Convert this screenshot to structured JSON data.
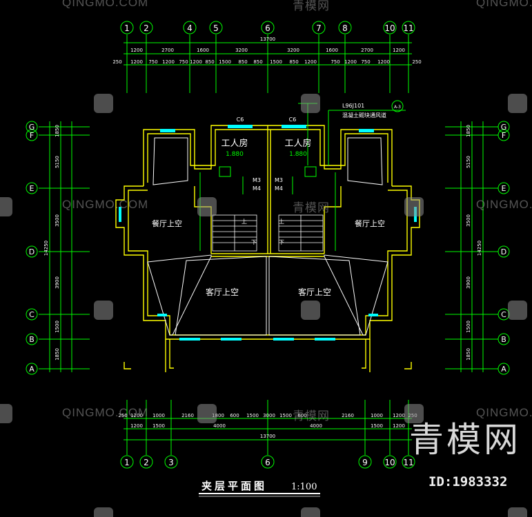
{
  "drawing": {
    "title": "夹层平面图",
    "scale": "1:100",
    "rooms": {
      "servant_left": "工人房",
      "servant_right": "工人房",
      "elev_left": "1.880",
      "elev_right": "1.880",
      "dining_left": "餐厅上空",
      "dining_right": "餐厅上空",
      "living_left": "客厅上空",
      "living_right": "客厅上空"
    },
    "labels": {
      "window_c6_left": "C6",
      "window_c6_right": "C6",
      "stair_up_left": "上",
      "stair_down_left": "下",
      "stair_up_right": "上",
      "stair_down_right": "下",
      "door_m3_left": "M3",
      "door_m4_left": "M4",
      "door_m3_right": "M3",
      "door_m4_right": "M4",
      "callout_ref": "L96J101",
      "callout_desc": "混凝土砌块通风道",
      "callout_tag": "A-3"
    },
    "top_axes": [
      "1",
      "2",
      "4",
      "5",
      "6",
      "7",
      "8",
      "10",
      "11"
    ],
    "bottom_axes": [
      "1",
      "2",
      "3",
      "6",
      "9",
      "10",
      "11"
    ],
    "side_axes": [
      "G",
      "F",
      "E",
      "D",
      "C",
      "B",
      "A"
    ],
    "top_total": "13700",
    "bottom_total": "13700",
    "top_row1": [
      "1200",
      "2700",
      "1600",
      "3200",
      "3200",
      "1600",
      "2700",
      "1200"
    ],
    "top_row2": [
      "250",
      "1200",
      "750",
      "1200",
      "750",
      "1200",
      "850",
      "1500",
      "850",
      "850",
      "1500",
      "850",
      "1200",
      "750",
      "1200",
      "750",
      "1200",
      "250"
    ],
    "bottom_row1": [
      "250",
      "1200",
      "1000",
      "2160",
      "1800",
      "600",
      "1500",
      "3000",
      "1500",
      "600",
      "2160",
      "1000",
      "1200",
      "250"
    ],
    "bottom_row2": [
      "1200",
      "1500",
      "4000",
      "4000",
      "1500",
      "1200"
    ],
    "left_total": "14250",
    "left_dims": [
      "1850",
      "5150",
      "3500",
      "3900",
      "1500",
      "1850"
    ],
    "right_total": "14250",
    "right_dims": [
      "1850",
      "5150",
      "3500",
      "3900",
      "1500",
      "1850"
    ]
  },
  "watermark": {
    "brand": "青模网",
    "id": "ID:1983332",
    "wm_text": "QINGMO.COM",
    "wm_cn": "青模网"
  },
  "colors": {
    "background": "#000000",
    "wall": "#ffff00",
    "dim": "#00ff00",
    "axis": "#00ff00",
    "text": "#ffffff",
    "window": "#00ffff"
  }
}
